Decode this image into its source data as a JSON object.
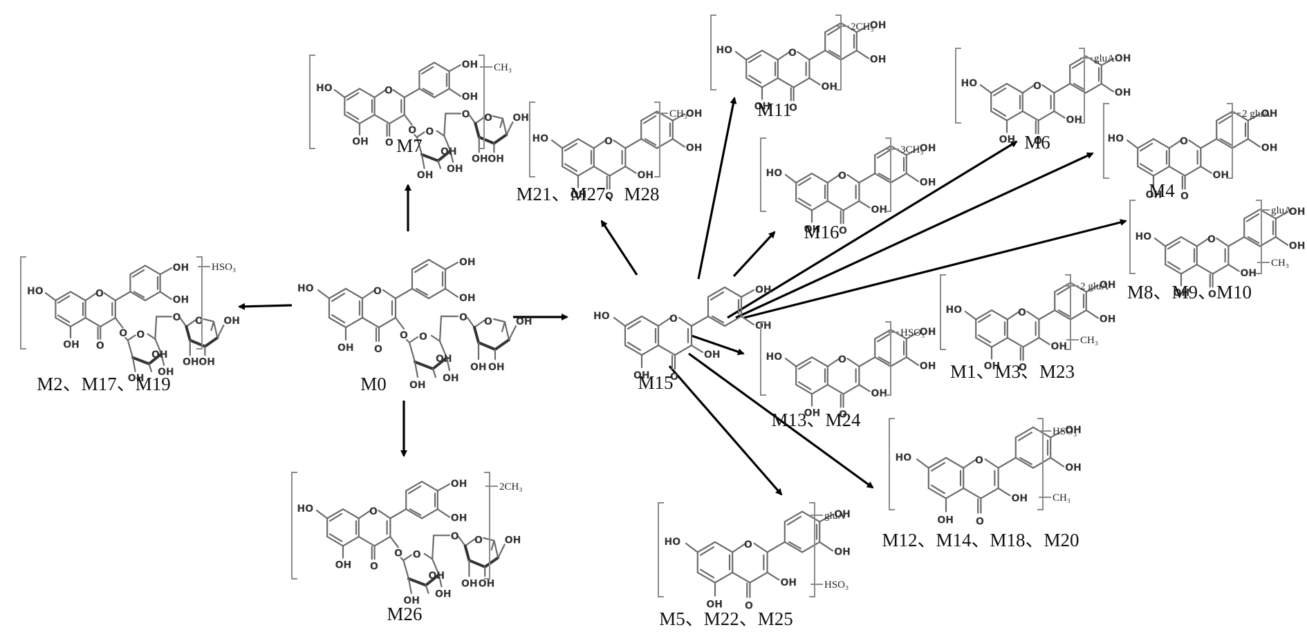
{
  "diagram": {
    "type": "metabolic-pathway",
    "parent": "M0",
    "intermediate": "M15",
    "atom_labels": {
      "hydroxyl": "OH",
      "hydroxyl_left": "HO",
      "oxygen": "O"
    },
    "nodes": [
      {
        "id": "M0",
        "label": "M0",
        "structure": "glycoside",
        "bracket": false,
        "substituents": []
      },
      {
        "id": "M7",
        "label": "M7",
        "structure": "glycoside",
        "bracket": true,
        "substituents": [
          "CH3"
        ],
        "substituents_display": [
          "CH₃"
        ]
      },
      {
        "id": "M2",
        "label": "M2、M17、M19",
        "structure": "glycoside",
        "bracket": true,
        "substituents": [
          "HSO3"
        ],
        "substituents_display": [
          "HSO₃"
        ]
      },
      {
        "id": "M26",
        "label": "M26",
        "structure": "glycoside",
        "bracket": true,
        "substituents": [
          "2CH3"
        ],
        "substituents_display": [
          "2CH₃"
        ]
      },
      {
        "id": "M15",
        "label": "M15",
        "structure": "aglycone",
        "bracket": false,
        "substituents": []
      },
      {
        "id": "M21",
        "label": "M21、M27、M28",
        "structure": "aglycone",
        "bracket": true,
        "substituents": [
          "CH3"
        ],
        "substituents_display": [
          "CH₃"
        ]
      },
      {
        "id": "M11",
        "label": "M11",
        "structure": "aglycone",
        "bracket": true,
        "substituents": [
          "2CH3"
        ],
        "substituents_display": [
          "2CH₃"
        ]
      },
      {
        "id": "M16",
        "label": "M16",
        "structure": "aglycone",
        "bracket": true,
        "substituents": [
          "3CH3"
        ],
        "substituents_display": [
          "3CH₃"
        ]
      },
      {
        "id": "M6",
        "label": "M6",
        "structure": "aglycone",
        "bracket": true,
        "substituents": [
          "gluA"
        ],
        "substituents_display": [
          "gluA"
        ]
      },
      {
        "id": "M4",
        "label": "M4",
        "structure": "aglycone",
        "bracket": true,
        "substituents": [
          "2 gluA"
        ],
        "substituents_display": [
          "2 gluA"
        ]
      },
      {
        "id": "M8",
        "label": "M8、M9、M10",
        "structure": "aglycone",
        "bracket": true,
        "substituents": [
          "gluA",
          "CH3"
        ],
        "substituents_display": [
          "gluA",
          "CH₃"
        ]
      },
      {
        "id": "M1",
        "label": "M1、M3、M23",
        "structure": "aglycone",
        "bracket": true,
        "substituents": [
          "2 gluA",
          "CH3"
        ],
        "substituents_display": [
          "2 gluA",
          "CH₃"
        ]
      },
      {
        "id": "M13",
        "label": "M13、M24",
        "structure": "aglycone",
        "bracket": true,
        "substituents": [
          "HSO3"
        ],
        "substituents_display": [
          "HSO₃"
        ]
      },
      {
        "id": "M12",
        "label": "M12、M14、M18、M20",
        "structure": "aglycone",
        "bracket": true,
        "substituents": [
          "HSO3",
          "CH3"
        ],
        "substituents_display": [
          "HSO₃",
          "CH₃"
        ]
      },
      {
        "id": "M5",
        "label": "M5、M22、M25",
        "structure": "aglycone",
        "bracket": true,
        "substituents": [
          "gluA",
          "HSO3"
        ],
        "substituents_display": [
          "gluA",
          "HSO₃"
        ]
      }
    ],
    "edges": [
      {
        "from": "M0",
        "to": "M7"
      },
      {
        "from": "M0",
        "to": "M2"
      },
      {
        "from": "M0",
        "to": "M26"
      },
      {
        "from": "M0",
        "to": "M15"
      },
      {
        "from": "M15",
        "to": "M21"
      },
      {
        "from": "M15",
        "to": "M11"
      },
      {
        "from": "M15",
        "to": "M16"
      },
      {
        "from": "M15",
        "to": "M6"
      },
      {
        "from": "M15",
        "to": "M4"
      },
      {
        "from": "M15",
        "to": "M8"
      },
      {
        "from": "M15",
        "to": "M13"
      },
      {
        "from": "M15",
        "to": "M12"
      },
      {
        "from": "M15",
        "to": "M5"
      }
    ]
  }
}
